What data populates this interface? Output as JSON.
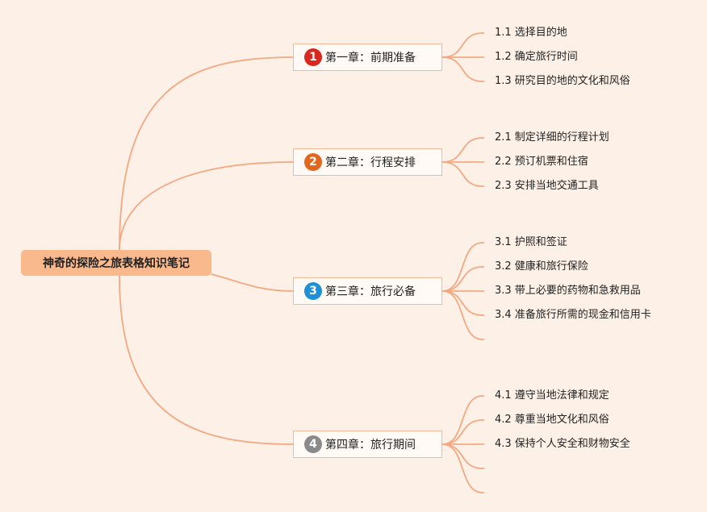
{
  "root": {
    "label": "神奇的探险之旅表格知识笔记"
  },
  "link_color": "#f4a882",
  "chapters": [
    {
      "number": "1",
      "label": "第一章：前期准备",
      "badge_color": "#d9281f",
      "items": [
        "1.1 选择目的地",
        "1.2 确定旅行时间",
        "1.3 研究目的地的文化和风俗"
      ]
    },
    {
      "number": "2",
      "label": "第二章：行程安排",
      "badge_color": "#e2671e",
      "items": [
        "2.1 制定详细的行程计划",
        "2.2 预订机票和住宿",
        "2.3 安排当地交通工具"
      ]
    },
    {
      "number": "3",
      "label": "第三章：旅行必备",
      "badge_color": "#1f8fd6",
      "items": [
        "3.1 护照和签证",
        "3.2 健康和旅行保险",
        "3.3 带上必要的药物和急救用品",
        "3.4 准备旅行所需的现金和信用卡",
        ""
      ]
    },
    {
      "number": "4",
      "label": "第四章：旅行期间",
      "badge_color": "#8a8a8a",
      "items": [
        "4.1 遵守当地法律和规定",
        "4.2 尊重当地文化和风俗",
        "4.3 保持个人安全和财物安全",
        "",
        ""
      ]
    }
  ]
}
